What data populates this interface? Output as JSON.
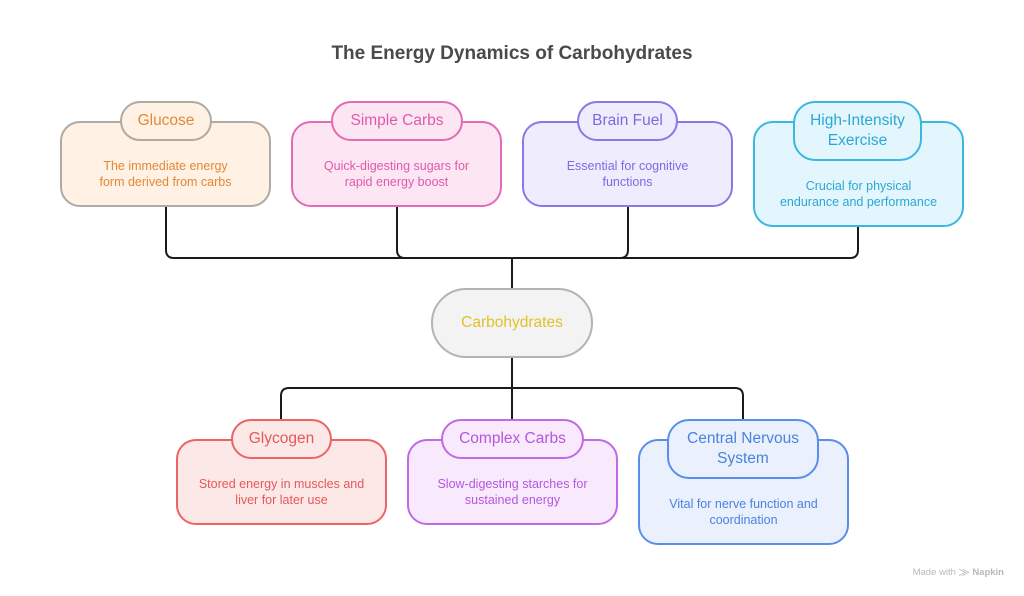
{
  "title": "The Energy Dynamics of Carbohydrates",
  "center_node": {
    "label": "Carbohydrates",
    "color": "#e0c22a"
  },
  "top_nodes": [
    {
      "label": "Glucose",
      "description": "The immediate energy form derived from carbs",
      "border": "#b0aaa4",
      "fill": "#fff1e3",
      "text": "#e0893a"
    },
    {
      "label": "Simple Carbs",
      "description": "Quick-digesting sugars for rapid energy boost",
      "border": "#e46ab4",
      "fill": "#fde6f4",
      "text": "#e05aaa"
    },
    {
      "label": "Brain Fuel",
      "description": "Essential for cognitive functions",
      "border": "#8a78e8",
      "fill": "#efedfd",
      "text": "#7c6ae0"
    },
    {
      "label": "High-Intensity Exercise",
      "description": "Crucial for physical endurance and performance",
      "border": "#3ab8e0",
      "fill": "#e4f6fd",
      "text": "#2aa8d4"
    }
  ],
  "bottom_nodes": [
    {
      "label": "Glycogen",
      "description": "Stored energy in muscles and liver for later use",
      "border": "#ec6464",
      "fill": "#fde8e8",
      "text": "#e45858"
    },
    {
      "label": "Complex Carbs",
      "description": "Slow-digesting starches for sustained energy",
      "border": "#c06ae4",
      "fill": "#f8e9fd",
      "text": "#b458dc"
    },
    {
      "label": "Central Nervous System",
      "description": "Vital for nerve function and coordination",
      "border": "#5a8ee8",
      "fill": "#eaf1fd",
      "text": "#4a82e0"
    }
  ],
  "footer": {
    "prefix": "Made with",
    "brand": "Napkin"
  }
}
